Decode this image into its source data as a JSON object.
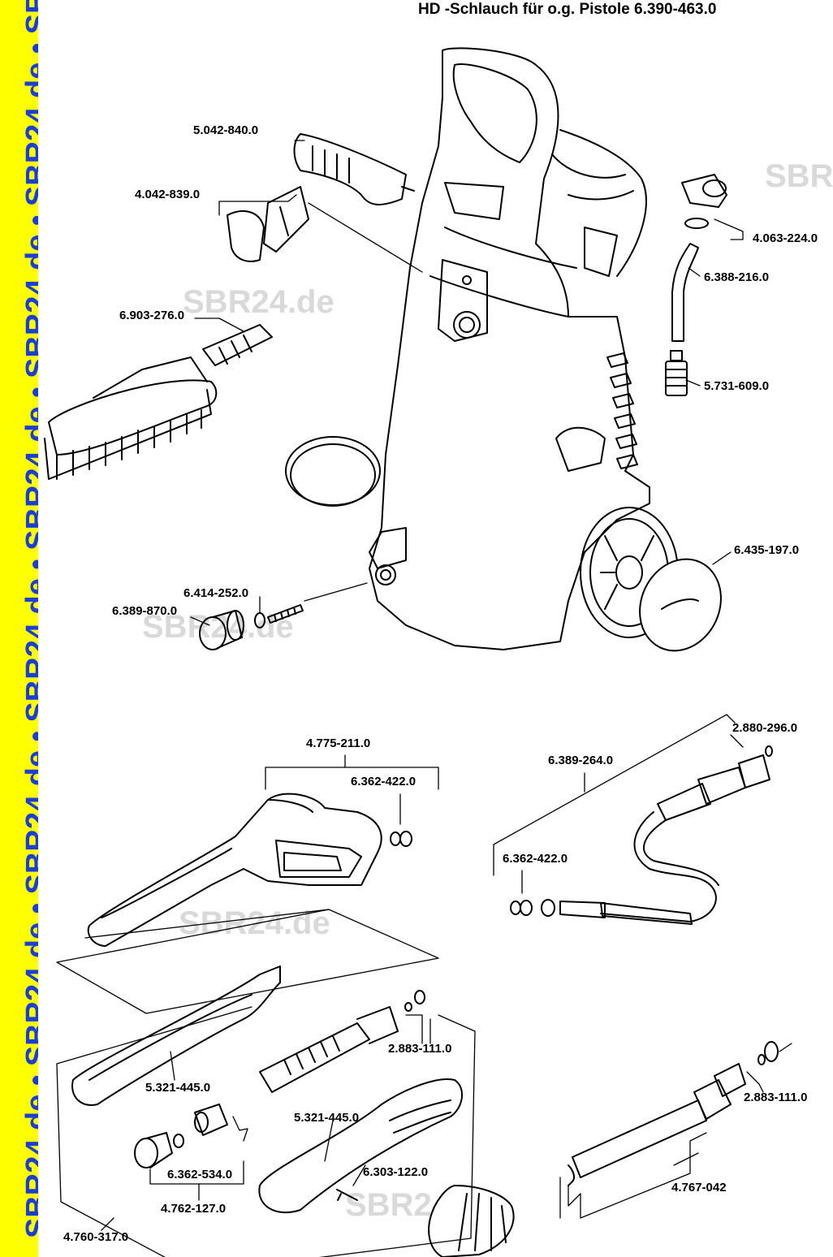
{
  "header": {
    "title": "HD  -Schlauch für o.g. Pistole 6.390-463.0"
  },
  "side_strip": {
    "text": "SBR24.de • SBR24.de • SBR24.de • SBR24.de • SBR24.de • SBR24.de • SBR24.de • SBR24.de • SBR24.de",
    "background": "#ffff00",
    "text_color": "#1a3fd6"
  },
  "watermark": "SBR24.de",
  "watermark_partial": "SBR",
  "parts": {
    "p1": "5.042-840.0",
    "p2": "4.042-839.0",
    "p3": "4.063-224.0",
    "p4": "6.388-216.0",
    "p5": "6.903-276.0",
    "p6": "5.731-609.0",
    "p7": "6.435-197.0",
    "p8": "6.414-252.0",
    "p9": "6.389-870.0",
    "p10": "4.775-211.0",
    "p11": "6.362-422.0",
    "p12": "6.389-264.0",
    "p13": "2.880-296.0",
    "p14": "6.362-422.0",
    "p15": "2.883-111.0",
    "p16": "5.321-445.0",
    "p17": "5.321-445.0",
    "p18": "6.303-122.0",
    "p19": "2.883-111.0",
    "p20": "6.362-534.0",
    "p21": "4.762-127.0",
    "p22": "4.767-042",
    "p23": "4.760-317.0"
  }
}
